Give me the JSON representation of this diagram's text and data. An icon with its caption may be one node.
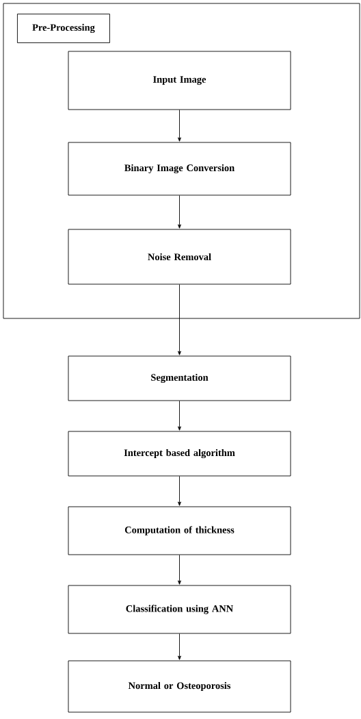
{
  "diagram": {
    "nodes": [
      {
        "text": [
          "Pre-Processing"
        ]
      },
      {
        "text": [
          "Input Image"
        ],
        "in": 0
      },
      {
        "text": [
          "Binary Image Conversion"
        ],
        "in": 0
      },
      {
        "text": [
          "Noise Removal"
        ],
        "in": 0
      },
      {
        "text": [
          "Segmentation"
        ]
      },
      {
        "text": [
          "Intercept based algorithm"
        ]
      },
      {
        "text": [
          "Computation of thickness"
        ]
      },
      {
        "text": [
          "Classification using ANN"
        ]
      },
      {
        "text": [
          "Normal or Osteoporosis"
        ]
      }
    ],
    "edges": [
      {
        "from": 1,
        "to": 2,
        "arrow": "to"
      },
      {
        "from": 2,
        "to": 3,
        "arrow": "to"
      },
      {
        "from": 3,
        "to": 4,
        "arrow": "to"
      },
      {
        "from": 4,
        "to": 5,
        "arrow": "to"
      },
      {
        "from": 5,
        "to": 6,
        "arrow": "to"
      },
      {
        "from": 6,
        "to": 7,
        "arrow": "to"
      },
      {
        "from": 7,
        "to": 8,
        "arrow": "to"
      }
    ]
  }
}
